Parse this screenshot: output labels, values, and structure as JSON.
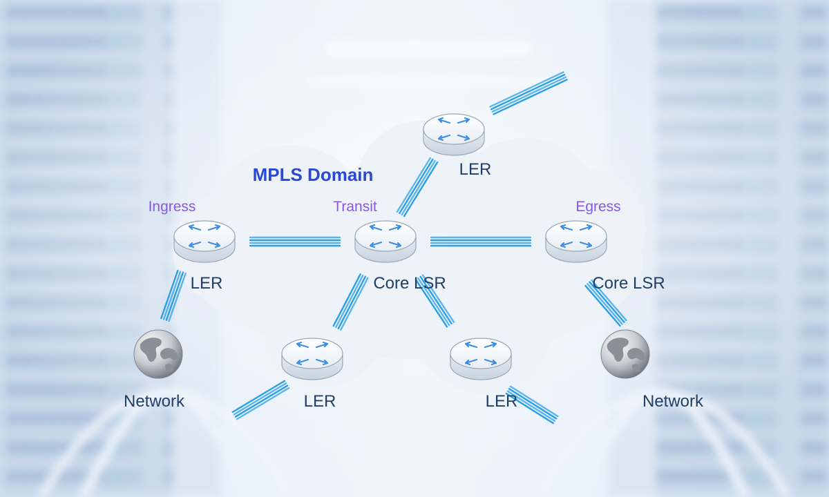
{
  "diagram": {
    "title": "MPLS Domain",
    "roles": {
      "ingress": "Ingress",
      "transit": "Transit",
      "egress": "Egress"
    },
    "nodes": {
      "ler_ingress": "LER",
      "core_lsr_transit": "Core LSR",
      "core_lsr_egress": "Core LSR",
      "ler_top": "LER",
      "ler_bottom_left": "LER",
      "ler_bottom_right": "LER",
      "network_left": "Network",
      "network_right": "Network"
    },
    "node_types": {
      "router": "router-icon",
      "network": "globe-icon"
    },
    "colors": {
      "domain_title": "#2a47d6",
      "role_label": "#8a56e8",
      "node_label": "#1f3f66",
      "link": "#1e9be6",
      "cloud": "#eef3f9"
    }
  }
}
